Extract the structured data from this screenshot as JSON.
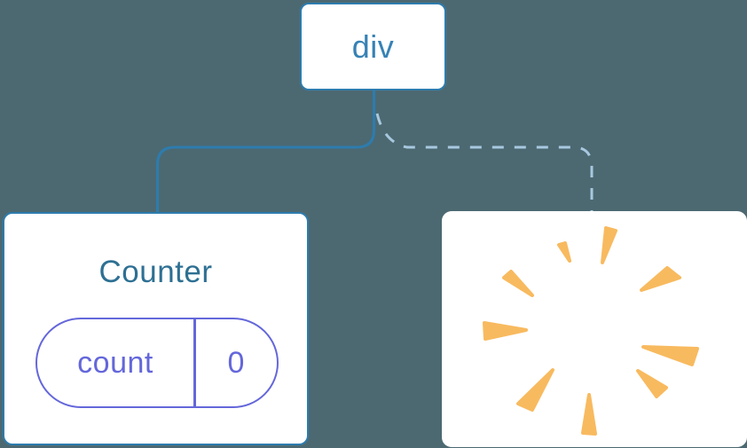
{
  "colors": {
    "background": "#4C6972",
    "node_fill": "#FFFFFF",
    "node_border": "#2D7CAE",
    "solid_link": "#2D7CAE",
    "dashed_link": "#A7C8DF",
    "div_label": "#3682B5",
    "counter_label": "#2E7093",
    "state_accent": "#6467DA",
    "burst": "#F8BA5F"
  },
  "tree": {
    "root": {
      "label": "div"
    },
    "children": [
      {
        "label": "Counter",
        "link_style": "solid",
        "state": {
          "key": "count",
          "value": "0"
        }
      },
      {
        "label": "",
        "link_style": "dashed",
        "icon": "poof-burst"
      }
    ]
  }
}
